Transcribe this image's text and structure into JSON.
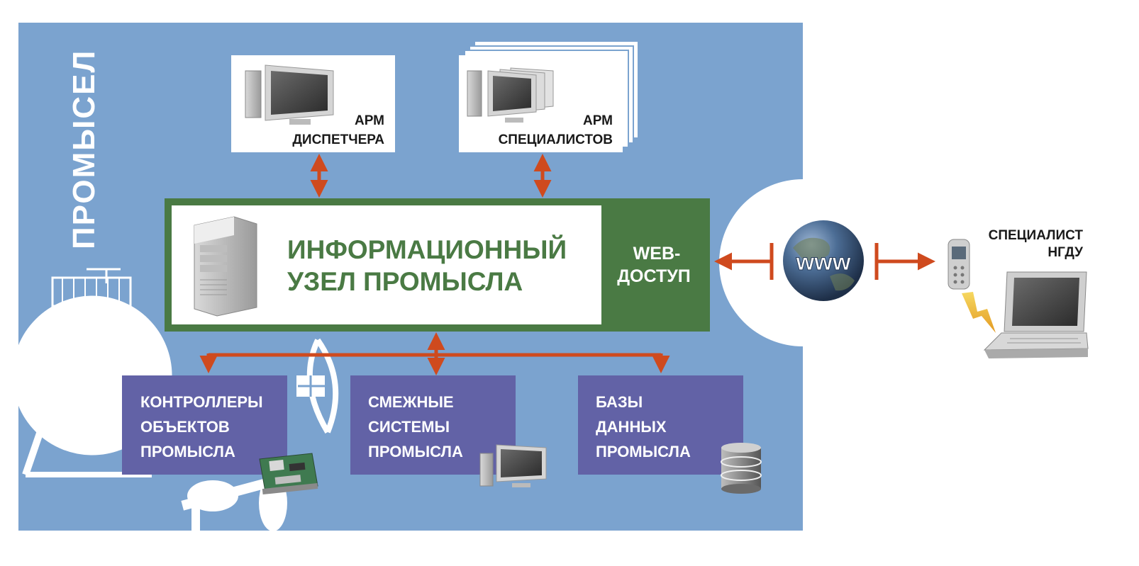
{
  "vertical_label": "ПРОМЫСЕЛ",
  "arm_dispatcher": {
    "line1": "АРМ",
    "line2": "ДИСПЕТЧЕРА"
  },
  "arm_specialists": {
    "line1": "АРМ",
    "line2": "СПЕЦИАЛИСТОВ"
  },
  "info_node": {
    "line1": "ИНФОРМАЦИОННЫЙ",
    "line2": "УЗЕЛ ПРОМЫСЛА"
  },
  "web_access": {
    "line1": "WEB-",
    "line2": "ДОСТУП"
  },
  "globe_text": "www",
  "specialist": {
    "line1": "СПЕЦИАЛИСТ",
    "line2": "НГДУ"
  },
  "controllers": {
    "line1": "КОНТРОЛЛЕРЫ",
    "line2": "ОБЪЕКТОВ",
    "line3": "ПРОМЫСЛА"
  },
  "related_systems": {
    "line1": "СМЕЖНЫЕ",
    "line2": "СИСТЕМЫ",
    "line3": "ПРОМЫСЛА"
  },
  "databases": {
    "line1": "БАЗЫ",
    "line2": "ДАННЫХ",
    "line3": "ПРОМЫСЛА"
  },
  "colors": {
    "field_blue": "#7ba3cf",
    "node_green": "#4a7a44",
    "purple_box": "#6262a6",
    "arrow_orange": "#cf4a1e",
    "white": "#ffffff",
    "dark_text": "#1a1a1a"
  }
}
